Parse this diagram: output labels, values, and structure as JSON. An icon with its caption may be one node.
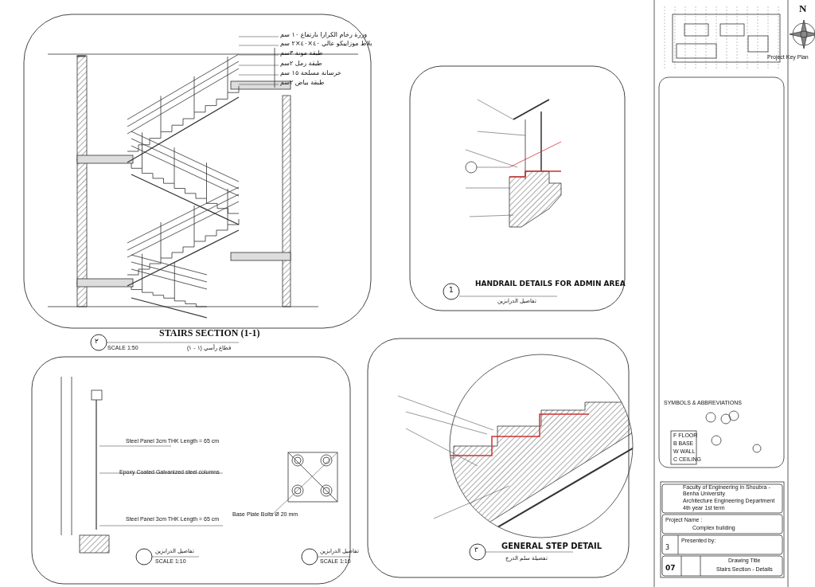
{
  "diagram": {
    "labels": [
      "وزرة رخام الكرارا بارتفاع ١٠ سم",
      "بلاط موزاييكو عالي ٤٠×٤٠×٢ سم",
      "طبقة مونة ٣سم",
      "طبقة رمل ٢سم",
      "خرسانة مسلحة ١٥ سم",
      "طبقة بياض ٢سم",
      "٢",
      "STAIRS SECTION (1-1)",
      "SCALE 1:50",
      "قطاع رأسي (١ - ١)",
      "1",
      "HANDRAIL DETAILS FOR ADMIN AREA",
      "تفاصيل الدرابزين",
      "Steel Panel 3cm THK Length = 65 cm",
      "Epoxy Coated Galvanized steel columns",
      "Steel Panel 3cm THK Length = 65 cm",
      "Base Plate Bolts Ø 20 mm",
      "تفاصيل الدرابزين",
      "SCALE 1:10",
      "تفاصيل الدرابزين",
      "SCALE 1:10",
      "٣",
      "GENERAL STEP DETAIL",
      "تفصيلة سلم الدرج",
      "Project Key Plan",
      "N",
      "SYMBOLS & ABBREVIATIONS",
      "F FLOOR",
      "B BASE",
      "W WALL",
      "C CEILING",
      "Faculty of Engineering in Shoubra - Benha University",
      "Architecture Engineering Department",
      "4th year 1st term",
      "Project Name :",
      "Complex building",
      "3",
      "Presented by:",
      "Drawing Title",
      "07",
      "Stairs Section - Details"
    ]
  }
}
